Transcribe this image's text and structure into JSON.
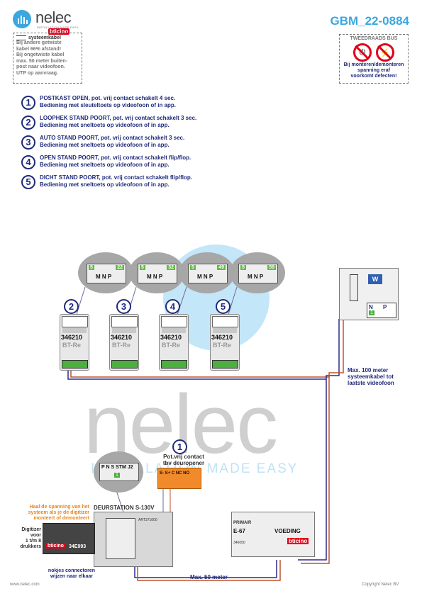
{
  "brand": {
    "name": "nelec",
    "tagline": "INSTALLATION MADE EASY",
    "partner": "bticino"
  },
  "doc_code": "GBM_22-0884",
  "note_box": {
    "title": "systeemkabel",
    "lines": [
      "Bij andere getwiste",
      "kabel 66% afstand!",
      "Bij ongetwiste kabel",
      "max. 50 meter buiten-",
      "post naar videofoon.",
      "UTP op aanvraag."
    ]
  },
  "warning_box": {
    "title": "TWEEDRAADS BUS",
    "lines": [
      "Bij monteren/demonteren",
      "spanning eraf",
      "voorkomt defecten!"
    ]
  },
  "steps": [
    {
      "num": "1",
      "line1": "POSTKAST OPEN, pot. vrij contact schakelt 4 sec.",
      "line2": "Bediening met sleuteltoets op videofoon of in app."
    },
    {
      "num": "2",
      "line1": "LOOPHEK STAND POORT, pot. vrij contact schakelt 3 sec.",
      "line2": "Bediening met sneltoets op videofoon of in app."
    },
    {
      "num": "3",
      "line1": "AUTO STAND POORT, pot. vrij contact schakelt 3 sec.",
      "line2": "Bediening met sneltoets op videofoon of in app."
    },
    {
      "num": "4",
      "line1": "OPEN STAND POORT, pot. vrij contact schakelt flip/flop.",
      "line2": "Bediening met sneltoets op videofoon of in app."
    },
    {
      "num": "5",
      "line1": "DICHT STAND POORT, pot. vrij contact schakelt flip/flop.",
      "line2": "Bediening met sneltoets op videofoon of in app."
    }
  ],
  "watermark": {
    "big": "nelec",
    "sub": "INSTALLATION MADE EASY"
  },
  "zooms": [
    {
      "left": "5",
      "right": "22",
      "labels": "M N P"
    },
    {
      "left": "5",
      "right": "32",
      "labels": "M N P"
    },
    {
      "left": "5",
      "right": "49",
      "labels": "M N P"
    },
    {
      "left": "5",
      "right": "59",
      "labels": "M N P"
    }
  ],
  "relays": [
    {
      "num": "2",
      "code": "346210",
      "name": "BT-Re"
    },
    {
      "num": "3",
      "code": "346210",
      "name": "BT-Re"
    },
    {
      "num": "4",
      "code": "346210",
      "name": "BT-Re"
    },
    {
      "num": "5",
      "code": "346210",
      "name": "BT-Re"
    }
  ],
  "videophone": {
    "badge": "W",
    "term_n": "N",
    "term_p": "P",
    "term_1": "1"
  },
  "max100": [
    "Max. 100 meter",
    "systeemkabel tot",
    "laatste videofoon"
  ],
  "contact": {
    "num": "1",
    "line1": "Pot.vrij contact",
    "line2": "tbv deuropener",
    "terms": "S- S+ C NC NO"
  },
  "door_zoom": {
    "labels": "P N S STM J2",
    "green": "1"
  },
  "door_station": {
    "title": "DEURSTATION S-130V",
    "code": "ART371000"
  },
  "orange_note": [
    "Haal de spanning van het",
    "systeem als je de digitizer",
    "monteert of demonteert"
  ],
  "digitizer": {
    "label": [
      "Digitizer",
      "voor",
      "1 t/m 8",
      "drukkers"
    ],
    "brand": "bticino",
    "code": "34E993"
  },
  "nokjes": [
    "nokjes connectoren",
    "wijzen naar elkaar"
  ],
  "psu": {
    "primair": "PRIMAIR",
    "model": "E-67",
    "title": "VOEDING",
    "code": "346050",
    "brand": "bticino"
  },
  "max50": "Max. 50 meter",
  "footer": {
    "left": "www.nelec.com",
    "right": "Copyright Nelec BV"
  }
}
